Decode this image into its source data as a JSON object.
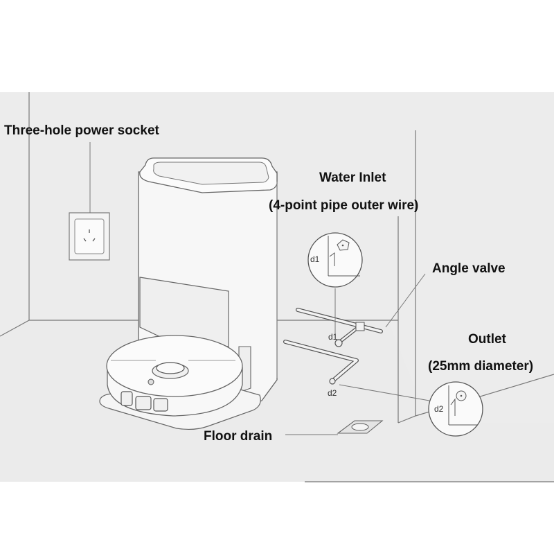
{
  "labels": {
    "power_socket": "Three-hole power socket",
    "water_inlet": "Water Inlet",
    "water_inlet_spec": "(4-point pipe outer wire)",
    "angle_valve": "Angle valve",
    "outlet": "Outlet",
    "outlet_spec": "(25mm diameter)",
    "floor_drain": "Floor drain"
  },
  "dimensions": {
    "d1": "d1",
    "d2": "d2"
  },
  "colors": {
    "background": "#ffffff",
    "wall": "#ececec",
    "line": "#555555",
    "text": "#111111"
  }
}
